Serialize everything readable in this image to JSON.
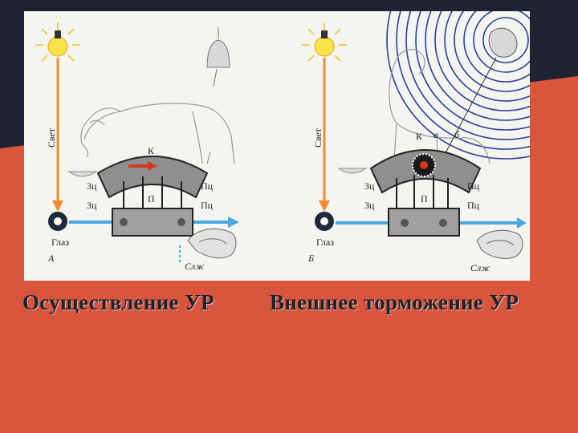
{
  "panels": [
    {
      "id": "A",
      "letter": "А",
      "light_label": "Свет",
      "eye_label": "Глаз",
      "saliva_label": "Слж",
      "cortex_label": "К",
      "subcortex_label": "П",
      "left_upper": "Зц",
      "left_lower": "Зц",
      "right_upper": "Пц",
      "right_lower": "Пц",
      "caption": "Осуществление УР"
    },
    {
      "id": "B",
      "letter": "Б",
      "light_label": "Свет",
      "eye_label": "Глаз",
      "saliva_label": "Слж",
      "cortex_label": "К",
      "focus_a": "а",
      "focus_b": "б",
      "subcortex_label": "П",
      "left_upper": "Зц",
      "left_lower": "Зц",
      "right_upper": "Пц",
      "right_lower": "Пц",
      "caption": "Внешнее торможение УР"
    }
  ],
  "colors": {
    "background": "#d9553c",
    "dark_corner": "#1f2230",
    "panel": "#f4f5f1",
    "light_ray": "#f08a2a",
    "eye_ray": "#4aa7df",
    "sound_waves": "#2a3f9a",
    "caption_text": "#1b2330"
  }
}
